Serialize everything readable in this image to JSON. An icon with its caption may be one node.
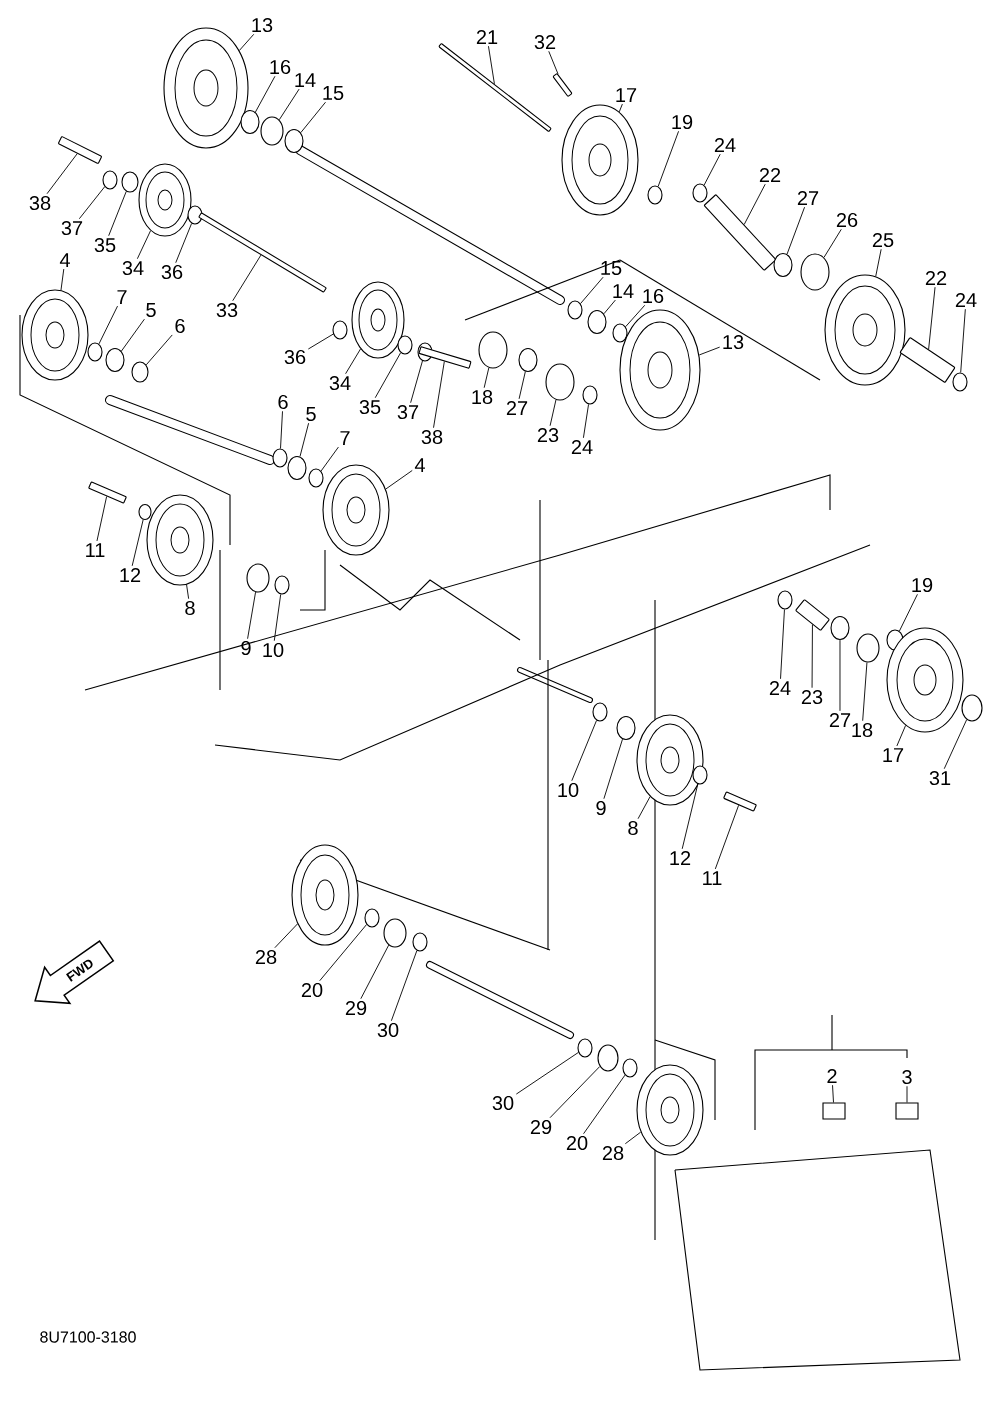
{
  "diagram": {
    "nodes": [
      {
        "text": [
          "13"
        ]
      },
      {
        "text": [
          "16"
        ]
      },
      {
        "text": [
          "14"
        ]
      },
      {
        "text": [
          "15"
        ]
      },
      {
        "text": [
          "21"
        ]
      },
      {
        "text": [
          "32"
        ]
      },
      {
        "text": [
          "17"
        ]
      },
      {
        "text": [
          "19"
        ]
      },
      {
        "text": [
          "38"
        ]
      },
      {
        "text": [
          "37"
        ]
      },
      {
        "text": [
          "35"
        ]
      },
      {
        "text": [
          "34"
        ]
      },
      {
        "text": [
          "36"
        ]
      },
      {
        "text": [
          "4"
        ]
      },
      {
        "text": [
          "7"
        ]
      },
      {
        "text": [
          "5"
        ]
      },
      {
        "text": [
          "6"
        ]
      },
      {
        "text": [
          "33"
        ]
      },
      {
        "text": [
          "36"
        ]
      },
      {
        "text": [
          "34"
        ]
      },
      {
        "text": [
          "35"
        ]
      },
      {
        "text": [
          "37"
        ]
      },
      {
        "text": [
          "38"
        ]
      },
      {
        "text": [
          "6"
        ]
      },
      {
        "text": [
          "5"
        ]
      },
      {
        "text": [
          "7"
        ]
      },
      {
        "text": [
          "4"
        ]
      },
      {
        "text": [
          "24"
        ]
      },
      {
        "text": [
          "22"
        ]
      },
      {
        "text": [
          "27"
        ]
      },
      {
        "text": [
          "26"
        ]
      },
      {
        "text": [
          "25"
        ]
      },
      {
        "text": [
          "22"
        ]
      },
      {
        "text": [
          "24"
        ]
      },
      {
        "text": [
          "15"
        ]
      },
      {
        "text": [
          "14"
        ]
      },
      {
        "text": [
          "16"
        ]
      },
      {
        "text": [
          "18"
        ]
      },
      {
        "text": [
          "27"
        ]
      },
      {
        "text": [
          "23"
        ]
      },
      {
        "text": [
          "24"
        ]
      },
      {
        "text": [
          "13"
        ]
      },
      {
        "text": [
          "11"
        ]
      },
      {
        "text": [
          "12"
        ]
      },
      {
        "text": [
          "8"
        ]
      },
      {
        "text": [
          "9"
        ]
      },
      {
        "text": [
          "10"
        ]
      },
      {
        "text": [
          "19"
        ]
      },
      {
        "text": [
          "24"
        ]
      },
      {
        "text": [
          "23"
        ]
      },
      {
        "text": [
          "27"
        ]
      },
      {
        "text": [
          "18"
        ]
      },
      {
        "text": [
          "17"
        ]
      },
      {
        "text": [
          "31"
        ]
      },
      {
        "text": [
          "10"
        ]
      },
      {
        "text": [
          "9"
        ]
      },
      {
        "text": [
          "8"
        ]
      },
      {
        "text": [
          "12"
        ]
      },
      {
        "text": [
          "11"
        ]
      },
      {
        "text": [
          "28"
        ]
      },
      {
        "text": [
          "20"
        ]
      },
      {
        "text": [
          "29"
        ]
      },
      {
        "text": [
          "30"
        ]
      },
      {
        "text": [
          "30"
        ]
      },
      {
        "text": [
          "29"
        ]
      },
      {
        "text": [
          "20"
        ]
      },
      {
        "text": [
          "28"
        ]
      },
      {
        "text": [
          "2"
        ]
      },
      {
        "text": [
          "3"
        ]
      },
      {
        "text": [],
        "shape": "circle"
      },
      {
        "text": [],
        "shape": "circle"
      },
      {
        "text": [],
        "shape": "circle"
      },
      {
        "text": [],
        "shape": "circle"
      },
      {
        "text": [],
        "shape": "bar"
      },
      {
        "text": [],
        "shape": "bar"
      },
      {
        "text": [],
        "shape": "circle"
      },
      {
        "text": [],
        "shape": "circle"
      },
      {
        "text": [],
        "shape": "bar"
      },
      {
        "text": [],
        "shape": "circle"
      },
      {
        "text": [],
        "shape": "circle"
      },
      {
        "text": [],
        "shape": "circle"
      },
      {
        "text": [],
        "shape": "circle"
      },
      {
        "text": [],
        "shape": "circle"
      },
      {
        "text": [],
        "shape": "circle"
      },
      {
        "text": [],
        "shape": "circle"
      },
      {
        "text": [],
        "shape": "circle"
      },
      {
        "text": [],
        "shape": "bar"
      },
      {
        "text": [],
        "shape": "circle"
      },
      {
        "text": [],
        "shape": "circle"
      },
      {
        "text": [],
        "shape": "circle"
      },
      {
        "text": [],
        "shape": "circle"
      },
      {
        "text": [],
        "shape": "bar"
      },
      {
        "text": [],
        "shape": "circle"
      },
      {
        "text": [],
        "shape": "circle"
      },
      {
        "text": [],
        "shape": "circle"
      },
      {
        "text": [],
        "shape": "circle"
      },
      {
        "text": [],
        "shape": "circle"
      },
      {
        "text": [],
        "shape": "bar"
      },
      {
        "text": [],
        "shape": "circle"
      },
      {
        "text": [],
        "shape": "circle"
      },
      {
        "text": [],
        "shape": "circle"
      },
      {
        "text": [],
        "shape": "bar"
      },
      {
        "text": [],
        "shape": "circle"
      },
      {
        "text": [],
        "shape": "circle"
      },
      {
        "text": [],
        "shape": "circle"
      },
      {
        "text": [],
        "shape": "circle"
      },
      {
        "text": [],
        "shape": "circle"
      },
      {
        "text": [],
        "shape": "circle"
      },
      {
        "text": [],
        "shape": "circle"
      },
      {
        "text": [],
        "shape": "circle"
      },
      {
        "text": [],
        "shape": "circle"
      },
      {
        "text": [],
        "shape": "bar"
      },
      {
        "text": [],
        "shape": "circle"
      },
      {
        "text": [],
        "shape": "circle"
      },
      {
        "text": [],
        "shape": "circle"
      },
      {
        "text": [],
        "shape": "circle"
      },
      {
        "text": [],
        "shape": "circle"
      },
      {
        "text": [],
        "shape": "circle"
      },
      {
        "text": [],
        "shape": "bar"
      },
      {
        "text": [],
        "shape": "circle"
      },
      {
        "text": [],
        "shape": "circle"
      },
      {
        "text": [],
        "shape": "circle"
      },
      {
        "text": [],
        "shape": "circle"
      },
      {
        "text": [],
        "shape": "circle"
      },
      {
        "text": [],
        "shape": "circle"
      },
      {
        "text": [],
        "shape": "circle"
      },
      {
        "text": [],
        "shape": "circle"
      },
      {
        "text": [],
        "shape": "bar"
      },
      {
        "text": [],
        "shape": "circle"
      },
      {
        "text": [],
        "shape": "circle"
      },
      {
        "text": [],
        "shape": "circle"
      },
      {
        "text": [],
        "shape": "circle"
      },
      {
        "text": [],
        "shape": "circle"
      },
      {
        "text": [],
        "shape": "circle"
      },
      {
        "text": [],
        "shape": "circle"
      },
      {
        "text": [],
        "shape": "circle"
      },
      {
        "text": [],
        "shape": "box"
      },
      {
        "text": [],
        "shape": "box"
      }
    ],
    "edges": [
      {
        "from": 0,
        "to": 69,
        "arrow": "none"
      },
      {
        "from": 1,
        "to": 70,
        "arrow": "none"
      },
      {
        "from": 2,
        "to": 71,
        "arrow": "none"
      },
      {
        "from": 3,
        "to": 72,
        "arrow": "none"
      },
      {
        "from": 4,
        "to": 73,
        "arrow": "none"
      },
      {
        "from": 5,
        "to": 74,
        "arrow": "none"
      },
      {
        "from": 6,
        "to": 75,
        "arrow": "none"
      },
      {
        "from": 7,
        "to": 76,
        "arrow": "none"
      },
      {
        "from": 8,
        "to": 77,
        "arrow": "none"
      },
      {
        "from": 9,
        "to": 78,
        "arrow": "none"
      },
      {
        "from": 10,
        "to": 79,
        "arrow": "none"
      },
      {
        "from": 11,
        "to": 80,
        "arrow": "none"
      },
      {
        "from": 12,
        "to": 81,
        "arrow": "none"
      },
      {
        "from": 13,
        "to": 82,
        "arrow": "none"
      },
      {
        "from": 14,
        "to": 83,
        "arrow": "none"
      },
      {
        "from": 15,
        "to": 84,
        "arrow": "none"
      },
      {
        "from": 16,
        "to": 85,
        "arrow": "none"
      },
      {
        "from": 17,
        "to": 86,
        "arrow": "none"
      },
      {
        "from": 18,
        "to": 87,
        "arrow": "none"
      },
      {
        "from": 19,
        "to": 88,
        "arrow": "none"
      },
      {
        "from": 20,
        "to": 89,
        "arrow": "none"
      },
      {
        "from": 21,
        "to": 90,
        "arrow": "none"
      },
      {
        "from": 22,
        "to": 91,
        "arrow": "none"
      },
      {
        "from": 23,
        "to": 92,
        "arrow": "none"
      },
      {
        "from": 24,
        "to": 93,
        "arrow": "none"
      },
      {
        "from": 25,
        "to": 94,
        "arrow": "none"
      },
      {
        "from": 26,
        "to": 95,
        "arrow": "none"
      },
      {
        "from": 27,
        "to": 96,
        "arrow": "none"
      },
      {
        "from": 28,
        "to": 97,
        "arrow": "none"
      },
      {
        "from": 29,
        "to": 98,
        "arrow": "none"
      },
      {
        "from": 30,
        "to": 99,
        "arrow": "none"
      },
      {
        "from": 31,
        "to": 100,
        "arrow": "none"
      },
      {
        "from": 32,
        "to": 101,
        "arrow": "none"
      },
      {
        "from": 33,
        "to": 102,
        "arrow": "none"
      },
      {
        "from": 34,
        "to": 103,
        "arrow": "none"
      },
      {
        "from": 35,
        "to": 104,
        "arrow": "none"
      },
      {
        "from": 36,
        "to": 105,
        "arrow": "none"
      },
      {
        "from": 37,
        "to": 106,
        "arrow": "none"
      },
      {
        "from": 38,
        "to": 107,
        "arrow": "none"
      },
      {
        "from": 39,
        "to": 108,
        "arrow": "none"
      },
      {
        "from": 40,
        "to": 109,
        "arrow": "none"
      },
      {
        "from": 41,
        "to": 110,
        "arrow": "none"
      },
      {
        "from": 42,
        "to": 111,
        "arrow": "none"
      },
      {
        "from": 43,
        "to": 112,
        "arrow": "none"
      },
      {
        "from": 44,
        "to": 113,
        "arrow": "none"
      },
      {
        "from": 45,
        "to": 114,
        "arrow": "none"
      },
      {
        "from": 46,
        "to": 115,
        "arrow": "none"
      },
      {
        "from": 47,
        "to": 116,
        "arrow": "none"
      },
      {
        "from": 48,
        "to": 117,
        "arrow": "none"
      },
      {
        "from": 49,
        "to": 118,
        "arrow": "none"
      },
      {
        "from": 50,
        "to": 119,
        "arrow": "none"
      },
      {
        "from": 51,
        "to": 120,
        "arrow": "none"
      },
      {
        "from": 52,
        "to": 121,
        "arrow": "none"
      },
      {
        "from": 53,
        "to": 122,
        "arrow": "none"
      },
      {
        "from": 54,
        "to": 123,
        "arrow": "none"
      },
      {
        "from": 55,
        "to": 124,
        "arrow": "none"
      },
      {
        "from": 56,
        "to": 125,
        "arrow": "none"
      },
      {
        "from": 57,
        "to": 126,
        "arrow": "none"
      },
      {
        "from": 58,
        "to": 127,
        "arrow": "none"
      },
      {
        "from": 59,
        "to": 128,
        "arrow": "none"
      },
      {
        "from": 60,
        "to": 129,
        "arrow": "none"
      },
      {
        "from": 61,
        "to": 130,
        "arrow": "none"
      },
      {
        "from": 62,
        "to": 131,
        "arrow": "none"
      },
      {
        "from": 63,
        "to": 132,
        "arrow": "none"
      },
      {
        "from": 64,
        "to": 133,
        "arrow": "none"
      },
      {
        "from": 65,
        "to": 134,
        "arrow": "none"
      },
      {
        "from": 66,
        "to": 135,
        "arrow": "none"
      },
      {
        "from": 67,
        "to": 136,
        "arrow": "none"
      },
      {
        "from": 68,
        "to": 137,
        "arrow": "none"
      }
    ],
    "labels": [
      "FWD",
      "8U7100-3180"
    ]
  }
}
